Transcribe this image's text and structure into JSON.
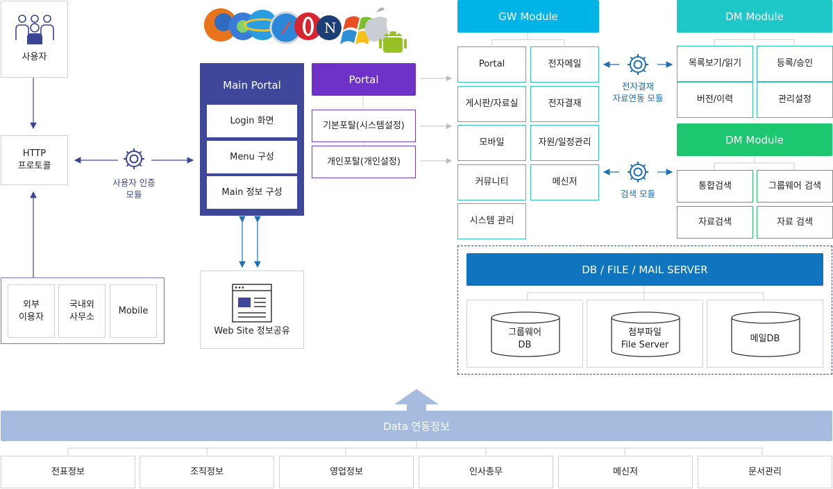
{
  "colors": {
    "gw": "#00b4e8",
    "dm": "#1fc8c8",
    "dm_search": "#1cc76f",
    "portal": "#6f32c8",
    "main_portal": "#3f479a",
    "db": "#1174bf",
    "data_bar": "#a5bcdf",
    "arrow_blue": "#1e6fb3",
    "arrow_navy": "#3a4596"
  },
  "icons": {
    "user_group": "user-group-icon",
    "browsers": "browser-logos-icon",
    "gear": "gear-icon",
    "website": "website-icon",
    "database": "database-icon"
  },
  "left": {
    "user_label": "사용자",
    "http": "HTTP\n프로토콜",
    "auth_module": "사용자 인증\n모듈",
    "clients": [
      "외부\n이용자",
      "국내외\n사무소",
      "Mobile"
    ]
  },
  "main_portal": {
    "title": "Main Portal",
    "items": [
      "Login 화면",
      "Menu 구성",
      "Main 정보 구성"
    ],
    "website": "Web Site 정보공유"
  },
  "portal": {
    "title": "Portal",
    "items": [
      "기본포탈(시스템설정)",
      "개인포탈(개인설정)"
    ]
  },
  "gw": {
    "title": "GW Module",
    "items": [
      "Portal",
      "전자메일",
      "게시판/자료실",
      "전자결재",
      "모바일",
      "자원/일정관리",
      "커뮤니티",
      "메신저",
      "시스템 관리"
    ]
  },
  "link_labels": {
    "approval": "전자결재\n자료연동 모듈",
    "search": "검색 모듈"
  },
  "dm1": {
    "title": "DM Module",
    "items": [
      "목록보기/읽기",
      "등록/승인",
      "버전/이력",
      "관리설정"
    ]
  },
  "dm2": {
    "title": "DM Module",
    "items": [
      "통합검색",
      "그룹웨어 검색",
      "자료검색",
      "자료 검색"
    ]
  },
  "db": {
    "title": "DB / FILE / MAIL SERVER",
    "items": [
      "그룹웨어\nDB",
      "첨부파일\nFile Server",
      "메일DB"
    ]
  },
  "data": {
    "title": "Data 연동정보",
    "items": [
      "전표정보",
      "조직정보",
      "영업정보",
      "인사총무",
      "메신저",
      "문서관리"
    ]
  }
}
